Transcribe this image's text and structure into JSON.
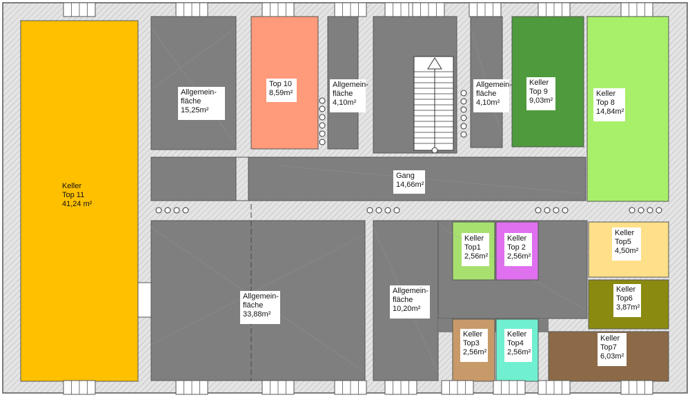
{
  "colors": {
    "wall_hatch": "#d9d9d9",
    "wall_line": "#555555",
    "common_area": "#7f7f7f",
    "top11": "#ffc000",
    "top10": "#ff9a7a",
    "top9": "#4e9a3c",
    "top8": "#a8f06a",
    "top1": "#a8e070",
    "top2": "#e070f0",
    "top3": "#c89a6a",
    "top4": "#70f0d0",
    "top5": "#ffe08a",
    "top6": "#8a8a10",
    "top7": "#8c6a48",
    "window": "#ffffff"
  },
  "rooms": [
    {
      "id": "keller-top11",
      "lines": [
        "Keller",
        "Top  11",
        "41,24 m²"
      ]
    },
    {
      "id": "allgemein-1525",
      "lines": [
        "Allgemein-",
        "fläche",
        "15,25m²"
      ]
    },
    {
      "id": "top10",
      "lines": [
        "Top 10",
        "8,59m²"
      ]
    },
    {
      "id": "allgemein-410-left",
      "lines": [
        "Allgemein-",
        "fläche",
        "4,10m²"
      ]
    },
    {
      "id": "allgemein-410-right",
      "lines": [
        "Allgemein-",
        "fläche",
        "4,10m²"
      ]
    },
    {
      "id": "keller-top9",
      "lines": [
        "Keller",
        "Top 9",
        "9,03m²"
      ]
    },
    {
      "id": "keller-top8",
      "lines": [
        "Keller",
        "Top 8",
        "14,84m²"
      ]
    },
    {
      "id": "gang",
      "lines": [
        "Gang",
        "14,66m²"
      ]
    },
    {
      "id": "keller-top1",
      "lines": [
        "Keller",
        "Top1",
        "2,56m²"
      ]
    },
    {
      "id": "keller-top2",
      "lines": [
        "Keller",
        "Top 2",
        "2,56m²"
      ]
    },
    {
      "id": "keller-top5",
      "lines": [
        "Keller",
        "Top5",
        "4,50m²"
      ]
    },
    {
      "id": "allgemein-3388",
      "lines": [
        "Allgemein-",
        "fläche",
        "33,88m²"
      ]
    },
    {
      "id": "allgemein-1020",
      "lines": [
        "Allgemein-",
        "fläche",
        "10,20m²"
      ]
    },
    {
      "id": "keller-top6",
      "lines": [
        "Keller",
        "Top6",
        "3,87m²"
      ]
    },
    {
      "id": "keller-top3",
      "lines": [
        "Keller",
        "Top3",
        "2,56m²"
      ]
    },
    {
      "id": "keller-top4",
      "lines": [
        "Keller",
        "Top4",
        "2,56m²"
      ]
    },
    {
      "id": "keller-top7",
      "lines": [
        "Keller",
        "Top7",
        "6,03m²"
      ]
    }
  ]
}
